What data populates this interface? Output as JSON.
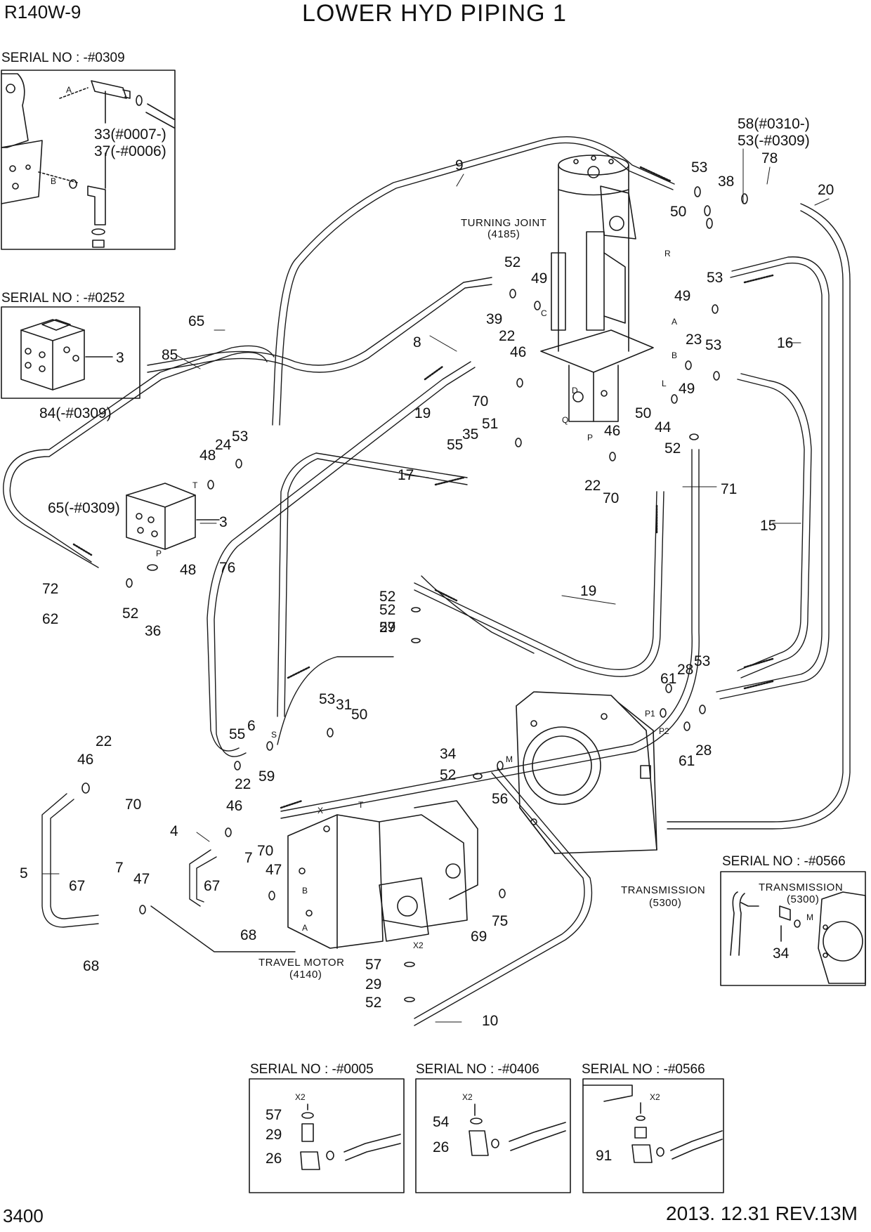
{
  "header": {
    "model": "R140W-9",
    "title": "LOWER HYD PIPING 1",
    "page_number": "3400",
    "revision": "2013. 12.31  REV.13M"
  },
  "serial_boxes": [
    {
      "id": "tl",
      "label": "SERIAL NO : -#0309",
      "callouts": [
        "33(#0007-)",
        "37(-#0006)"
      ],
      "letters": [
        "A",
        "B"
      ]
    },
    {
      "id": "ml",
      "label": "SERIAL NO : -#0252",
      "callouts": [
        "3"
      ]
    },
    {
      "id": "right",
      "label": "SERIAL NO : -#0566",
      "title": "TRANSMISSION",
      "code": "(5300)",
      "callouts": [
        "34"
      ],
      "letters": [
        "M"
      ]
    },
    {
      "id": "b1",
      "label": "SERIAL NO : -#0005",
      "callouts": [
        "57",
        "29",
        "26"
      ],
      "port": "X2"
    },
    {
      "id": "b2",
      "label": "SERIAL NO : -#0406",
      "callouts": [
        "54",
        "26"
      ],
      "port": "X2"
    },
    {
      "id": "b3",
      "label": "SERIAL NO : -#0566",
      "callouts": [
        "91"
      ],
      "port": "X2"
    }
  ],
  "components": {
    "turning_joint": {
      "name": "TURNING JOINT",
      "code": "(4185)"
    },
    "transmission": {
      "name": "TRANSMISSION",
      "code": "(5300)"
    },
    "travel_motor": {
      "name": "TRAVEL MOTOR",
      "code": "(4140)"
    }
  },
  "callouts": [
    "58(#0310-)",
    "53(-#0309)",
    "78",
    "20",
    "9",
    "53",
    "38",
    "50",
    "52",
    "49",
    "53",
    "39",
    "49",
    "16",
    "22",
    "46",
    "23",
    "53",
    "8",
    "85",
    "65",
    "19",
    "70",
    "50",
    "49",
    "44",
    "84(-#0309)",
    "51",
    "35",
    "55",
    "53",
    "24",
    "48",
    "46",
    "52",
    "17",
    "22",
    "71",
    "65(-#0309)",
    "70",
    "15",
    "3",
    "48",
    "76",
    "72",
    "52",
    "62",
    "52",
    "36",
    "52",
    "29",
    "57",
    "19",
    "53",
    "28",
    "61",
    "53",
    "31",
    "50",
    "28",
    "61",
    "22",
    "46",
    "55",
    "6",
    "59",
    "34",
    "52",
    "56",
    "70",
    "22",
    "46",
    "4",
    "70",
    "5",
    "67",
    "7",
    "47",
    "67",
    "7",
    "47",
    "68",
    "68",
    "69",
    "75",
    "57",
    "29",
    "52",
    "10"
  ],
  "port_letters": [
    "A",
    "B",
    "C",
    "D",
    "L",
    "P",
    "Q",
    "R",
    "S",
    "T",
    "X",
    "X2",
    "M",
    "P1",
    "P2",
    "T",
    "P",
    "A",
    "B"
  ]
}
